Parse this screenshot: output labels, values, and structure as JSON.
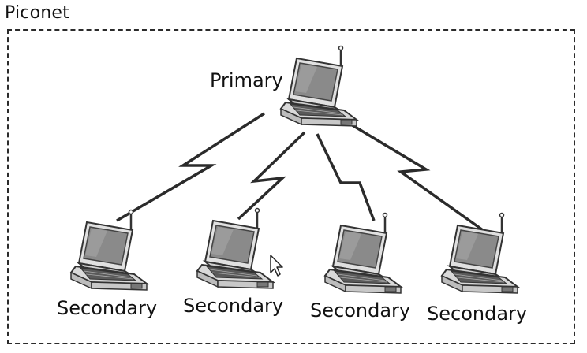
{
  "title": "Piconet",
  "primary": {
    "label": "Primary"
  },
  "secondaries": [
    {
      "label": "Secondary"
    },
    {
      "label": "Secondary"
    },
    {
      "label": "Secondary"
    },
    {
      "label": "Secondary"
    }
  ],
  "colors": {
    "line": "#2b2b2b",
    "device_body": "#d9d9d9",
    "device_dark": "#4a4a4a",
    "screen": "#7d7d7d"
  },
  "icons": [
    "laptop-icon",
    "wireless-link-icon",
    "cursor-icon"
  ]
}
